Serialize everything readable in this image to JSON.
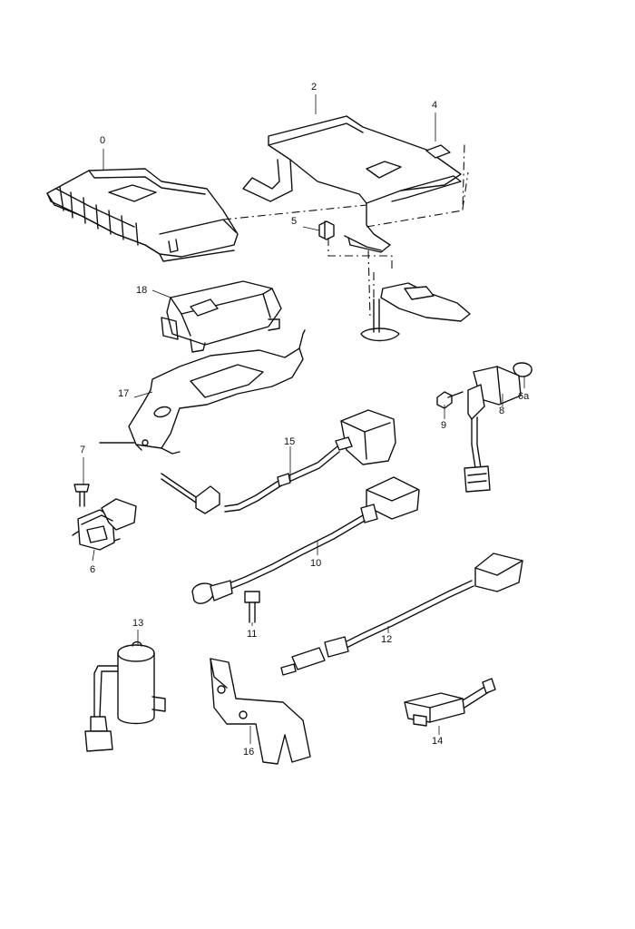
{
  "callouts": {
    "c0": "0",
    "c2": "2",
    "c4": "4",
    "c5": "5",
    "c18": "18",
    "c17": "17",
    "c15": "15",
    "c9": "9",
    "c8": "8",
    "c6a": "6a",
    "c7": "7",
    "c6": "6",
    "c10": "10",
    "c11": "11",
    "c12": "12",
    "c13": "13",
    "c16": "16",
    "c14": "14"
  }
}
